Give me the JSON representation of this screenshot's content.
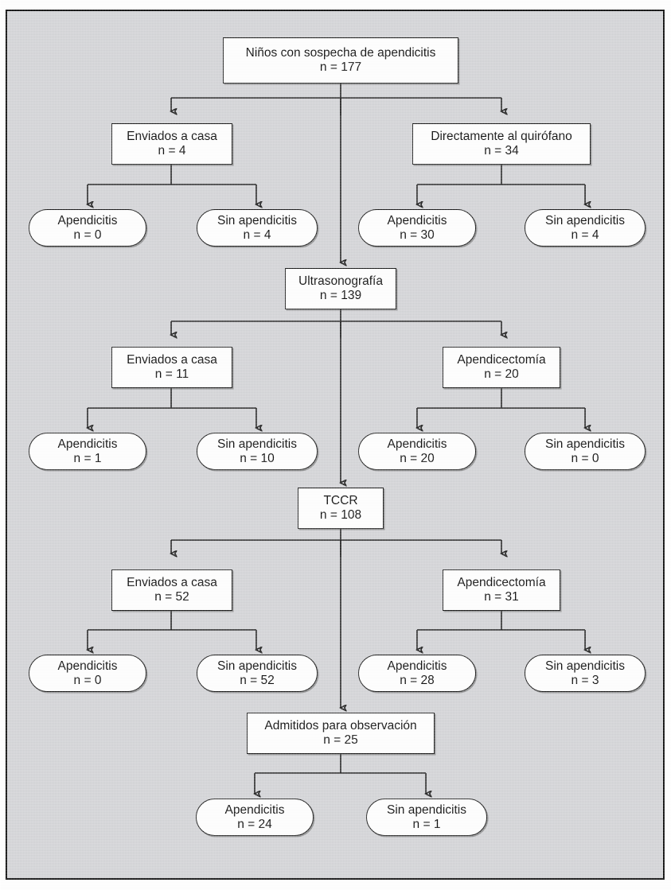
{
  "figure": {
    "type": "flowchart",
    "language": "es",
    "title_node": "Niños con sospecha de apendicitis",
    "background_color": "#d2d3d6",
    "node_fill": "#ffffff",
    "line_color": "#111111"
  },
  "nodes": {
    "root": {
      "label": "Niños con sospecha de apendicitis",
      "count": "n = 177",
      "shape": "rect"
    },
    "home1": {
      "label": "Enviados a casa",
      "count": "n = 4",
      "shape": "rect"
    },
    "home1_app": {
      "label": "Apendicitis",
      "count": "n = 0",
      "shape": "stadium"
    },
    "home1_noapp": {
      "label": "Sin apendicitis",
      "count": "n = 4",
      "shape": "stadium"
    },
    "or": {
      "label": "Directamente al quirófano",
      "count": "n = 34",
      "shape": "rect"
    },
    "or_app": {
      "label": "Apendicitis",
      "count": "n = 30",
      "shape": "stadium"
    },
    "or_noapp": {
      "label": "Sin apendicitis",
      "count": "n = 4",
      "shape": "stadium"
    },
    "us": {
      "label": "Ultrasonografía",
      "count": "n = 139",
      "shape": "rect"
    },
    "home2": {
      "label": "Enviados a casa",
      "count": "n = 11",
      "shape": "rect"
    },
    "home2_app": {
      "label": "Apendicitis",
      "count": "n = 1",
      "shape": "stadium"
    },
    "home2_noapp": {
      "label": "Sin apendicitis",
      "count": "n = 10",
      "shape": "stadium"
    },
    "appy1": {
      "label": "Apendicectomía",
      "count": "n = 20",
      "shape": "rect"
    },
    "appy1_app": {
      "label": "Apendicitis",
      "count": "n = 20",
      "shape": "stadium"
    },
    "appy1_noapp": {
      "label": "Sin apendicitis",
      "count": "n = 0",
      "shape": "stadium"
    },
    "ct": {
      "label": "TCCR",
      "count": "n = 108",
      "shape": "rect"
    },
    "home3": {
      "label": "Enviados a casa",
      "count": "n = 52",
      "shape": "rect"
    },
    "home3_app": {
      "label": "Apendicitis",
      "count": "n = 0",
      "shape": "stadium"
    },
    "home3_noapp": {
      "label": "Sin apendicitis",
      "count": "n = 52",
      "shape": "stadium"
    },
    "appy2": {
      "label": "Apendicectomía",
      "count": "n = 31",
      "shape": "rect"
    },
    "appy2_app": {
      "label": "Apendicitis",
      "count": "n = 28",
      "shape": "stadium"
    },
    "appy2_noapp": {
      "label": "Sin apendicitis",
      "count": "n = 3",
      "shape": "stadium"
    },
    "obs": {
      "label": "Admitidos para observación",
      "count": "n = 25",
      "shape": "rect"
    },
    "obs_app": {
      "label": "Apendicitis",
      "count": "n = 24",
      "shape": "stadium"
    },
    "obs_noapp": {
      "label": "Sin apendicitis",
      "count": "n = 1",
      "shape": "stadium"
    }
  },
  "chart_data": {
    "type": "diagram",
    "title": "Niños con sospecha de apendicitis",
    "flow": [
      {
        "from": "root",
        "to": "home1"
      },
      {
        "from": "root",
        "to": "or"
      },
      {
        "from": "root",
        "to": "us"
      },
      {
        "from": "home1",
        "to": "home1_app"
      },
      {
        "from": "home1",
        "to": "home1_noapp"
      },
      {
        "from": "or",
        "to": "or_app"
      },
      {
        "from": "or",
        "to": "or_noapp"
      },
      {
        "from": "us",
        "to": "home2"
      },
      {
        "from": "us",
        "to": "appy1"
      },
      {
        "from": "us",
        "to": "ct"
      },
      {
        "from": "home2",
        "to": "home2_app"
      },
      {
        "from": "home2",
        "to": "home2_noapp"
      },
      {
        "from": "appy1",
        "to": "appy1_app"
      },
      {
        "from": "appy1",
        "to": "appy1_noapp"
      },
      {
        "from": "ct",
        "to": "home3"
      },
      {
        "from": "ct",
        "to": "appy2"
      },
      {
        "from": "ct",
        "to": "obs"
      },
      {
        "from": "home3",
        "to": "home3_app"
      },
      {
        "from": "home3",
        "to": "home3_noapp"
      },
      {
        "from": "appy2",
        "to": "appy2_app"
      },
      {
        "from": "appy2",
        "to": "appy2_noapp"
      },
      {
        "from": "obs",
        "to": "obs_app"
      },
      {
        "from": "obs",
        "to": "obs_noapp"
      }
    ],
    "counts": {
      "root": 177,
      "home1": 4,
      "home1_app": 0,
      "home1_noapp": 4,
      "or": 34,
      "or_app": 30,
      "or_noapp": 4,
      "us": 139,
      "home2": 11,
      "home2_app": 1,
      "home2_noapp": 10,
      "appy1": 20,
      "appy1_app": 20,
      "appy1_noapp": 0,
      "ct": 108,
      "home3": 52,
      "home3_app": 0,
      "home3_noapp": 52,
      "appy2": 31,
      "appy2_app": 28,
      "appy2_noapp": 3,
      "obs": 25,
      "obs_app": 24,
      "obs_noapp": 1
    }
  }
}
